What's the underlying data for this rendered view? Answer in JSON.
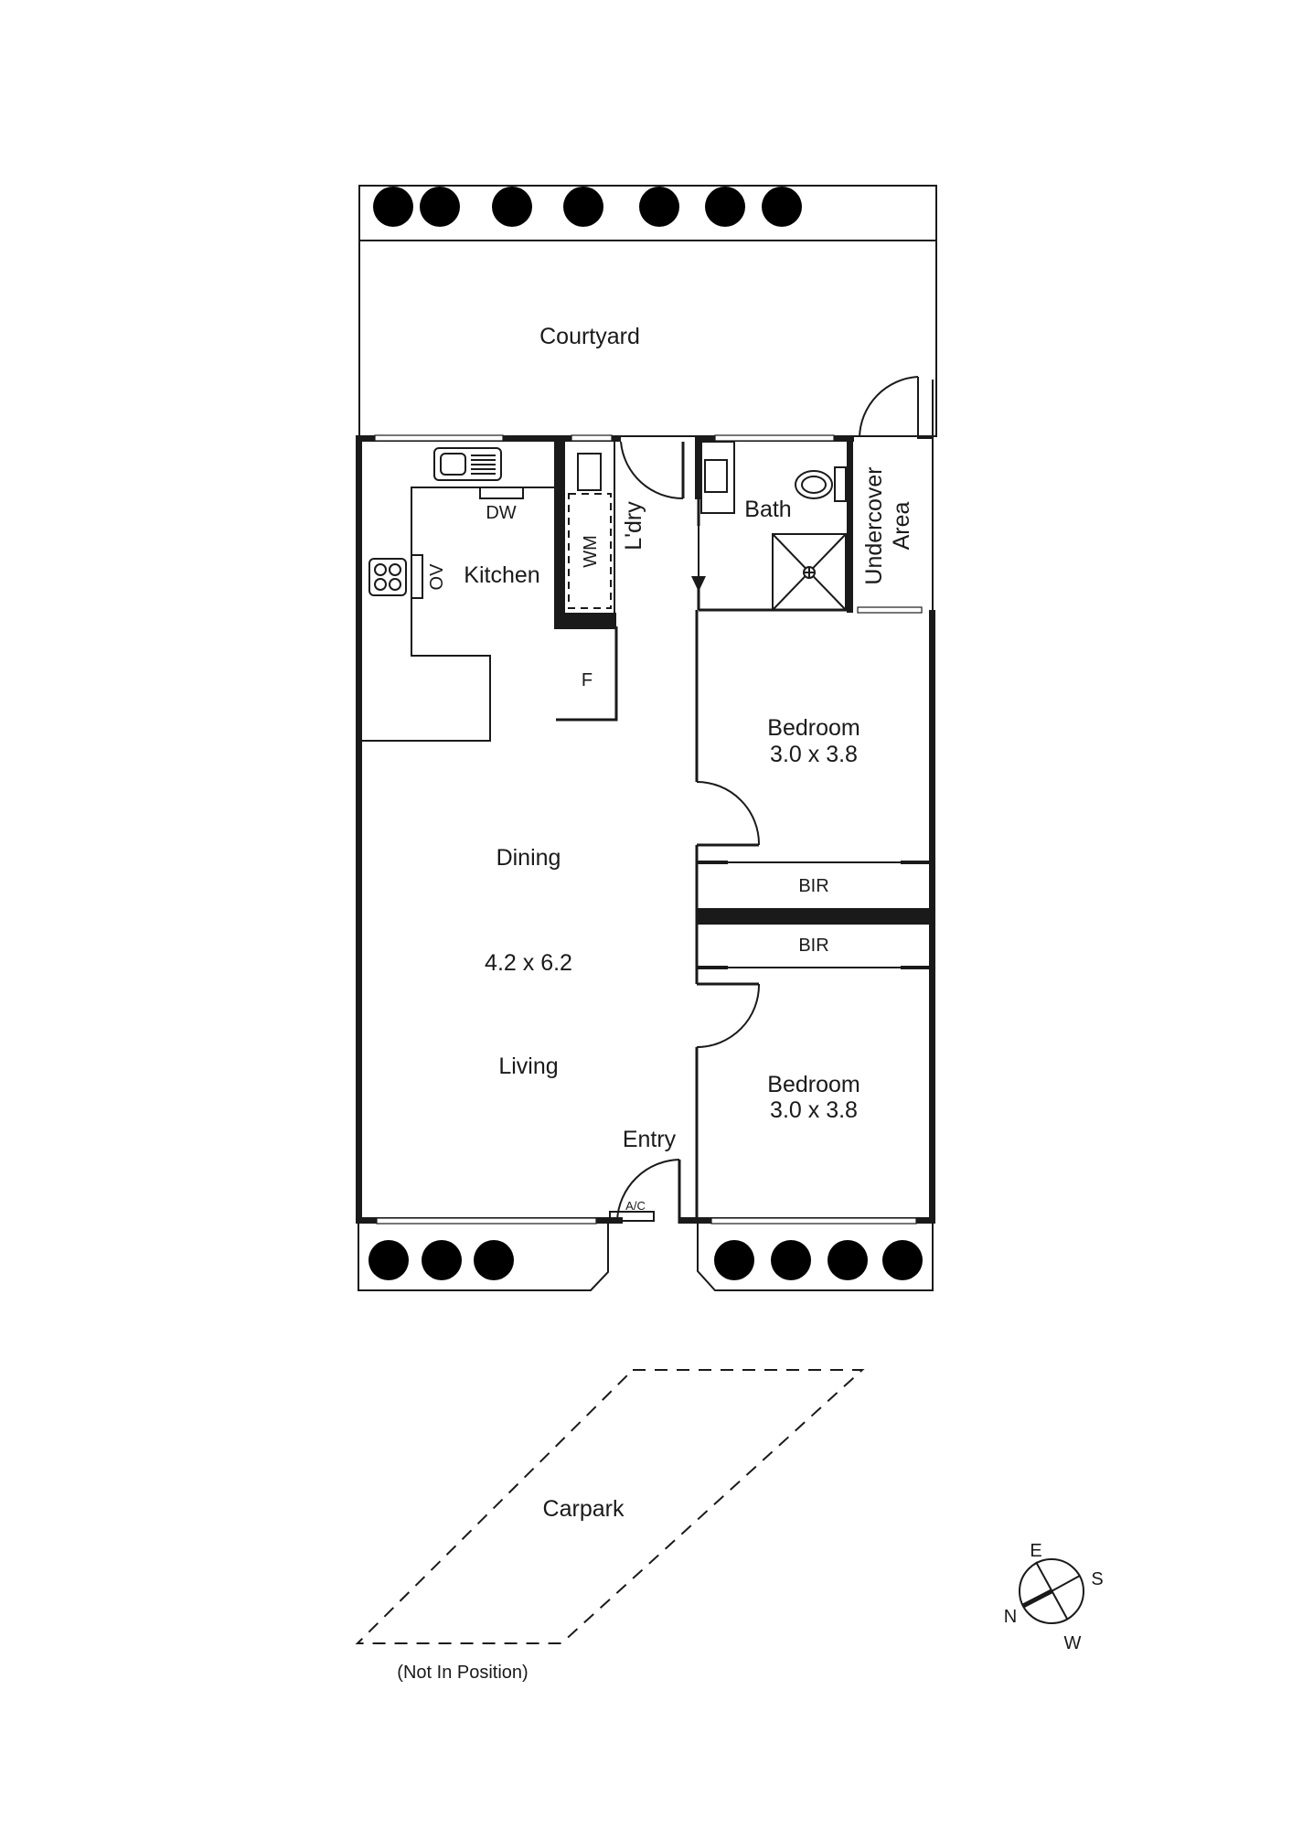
{
  "floorplan": {
    "rooms": {
      "courtyard": {
        "label": "Courtyard"
      },
      "kitchen": {
        "label": "Kitchen",
        "appliances": {
          "dishwasher": "DW",
          "oven": "OV",
          "fridge": "F"
        }
      },
      "laundry": {
        "label": "L'dry",
        "washing_machine": "WM"
      },
      "bath": {
        "label": "Bath"
      },
      "undercover": {
        "line1": "Undercover",
        "line2": "Area"
      },
      "bedroom1": {
        "label": "Bedroom",
        "dimensions": "3.0 x 3.8"
      },
      "bedroom2": {
        "label": "Bedroom",
        "dimensions": "3.0 x 3.8"
      },
      "bir1": {
        "label": "BIR"
      },
      "bir2": {
        "label": "BIR"
      },
      "dining": {
        "label": "Dining"
      },
      "living_dining_dimensions": "4.2 x 6.2",
      "living": {
        "label": "Living"
      },
      "entry": {
        "label": "Entry",
        "ac": "A/C"
      },
      "carpark": {
        "label": "Carpark",
        "note": "(Not In Position)"
      }
    },
    "compass": {
      "north": "N",
      "east": "E",
      "south": "S",
      "west": "W"
    },
    "colors": {
      "line": "#1a1a1a",
      "background": "#ffffff"
    }
  }
}
